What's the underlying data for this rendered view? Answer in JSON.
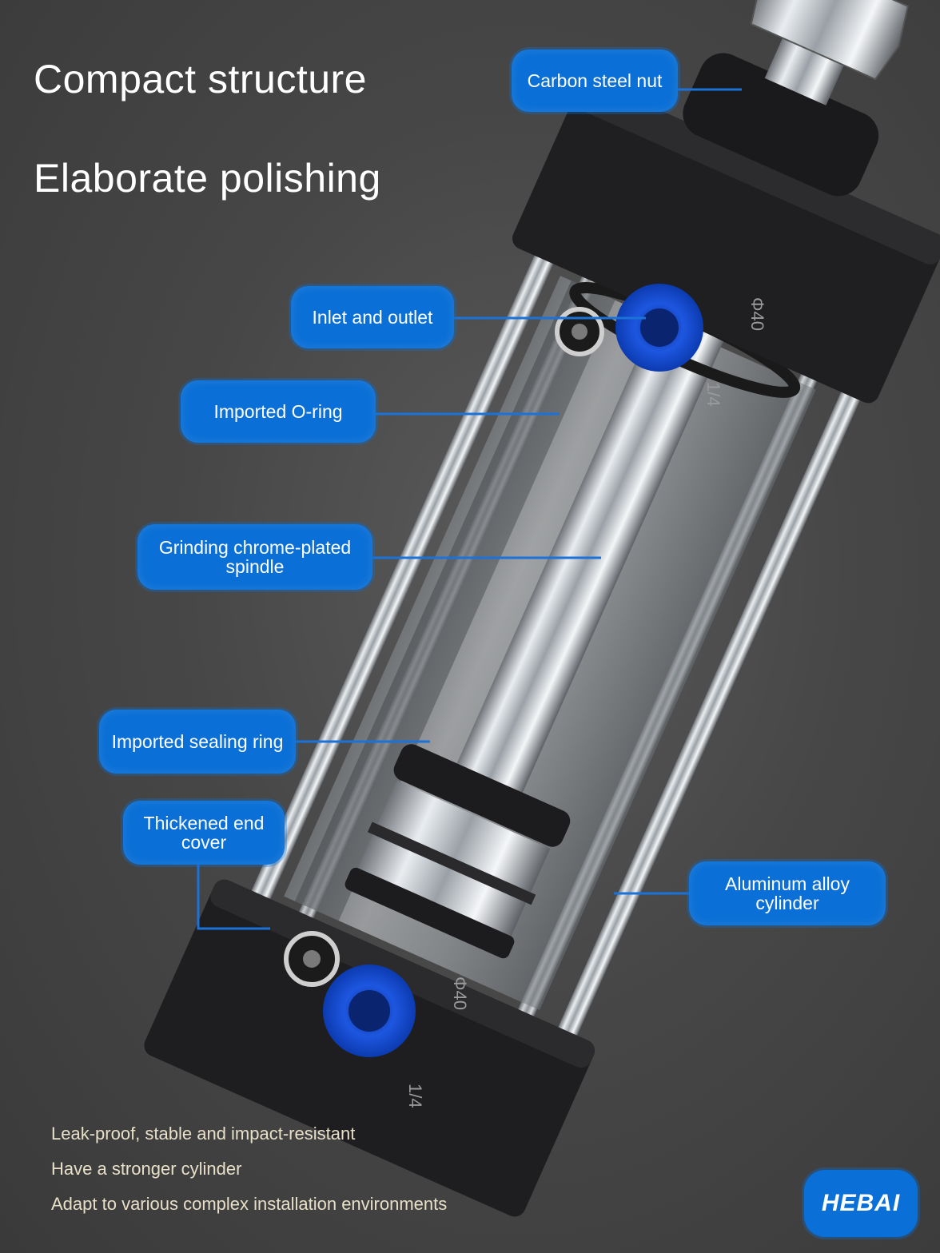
{
  "headlines": {
    "line1": "Compact structure",
    "line2": "Elaborate polishing"
  },
  "callouts": {
    "carbon_steel_nut": "Carbon steel nut",
    "inlet_outlet": "Inlet and outlet",
    "o_ring": "Imported O-ring",
    "spindle": "Grinding chrome-plated spindle",
    "sealing_ring": "Imported sealing ring",
    "end_cover": "Thickened end cover",
    "aluminum_cylinder": "Aluminum alloy cylinder"
  },
  "cover_markings": {
    "top_bore": "Φ40",
    "top_thread": "1/4",
    "bottom_bore": "Φ40",
    "bottom_thread": "1/4"
  },
  "taglines": [
    "Leak-proof, stable and impact-resistant",
    "Have a stronger cylinder",
    "Adapt to various complex installation environments"
  ],
  "brand": {
    "logo_text": "HEBAI"
  },
  "colors": {
    "accent_blue": "#0a6fd6",
    "fitting_blue": "#1d56e0",
    "background": "#474747",
    "tagline_text": "#e8dfc8"
  }
}
